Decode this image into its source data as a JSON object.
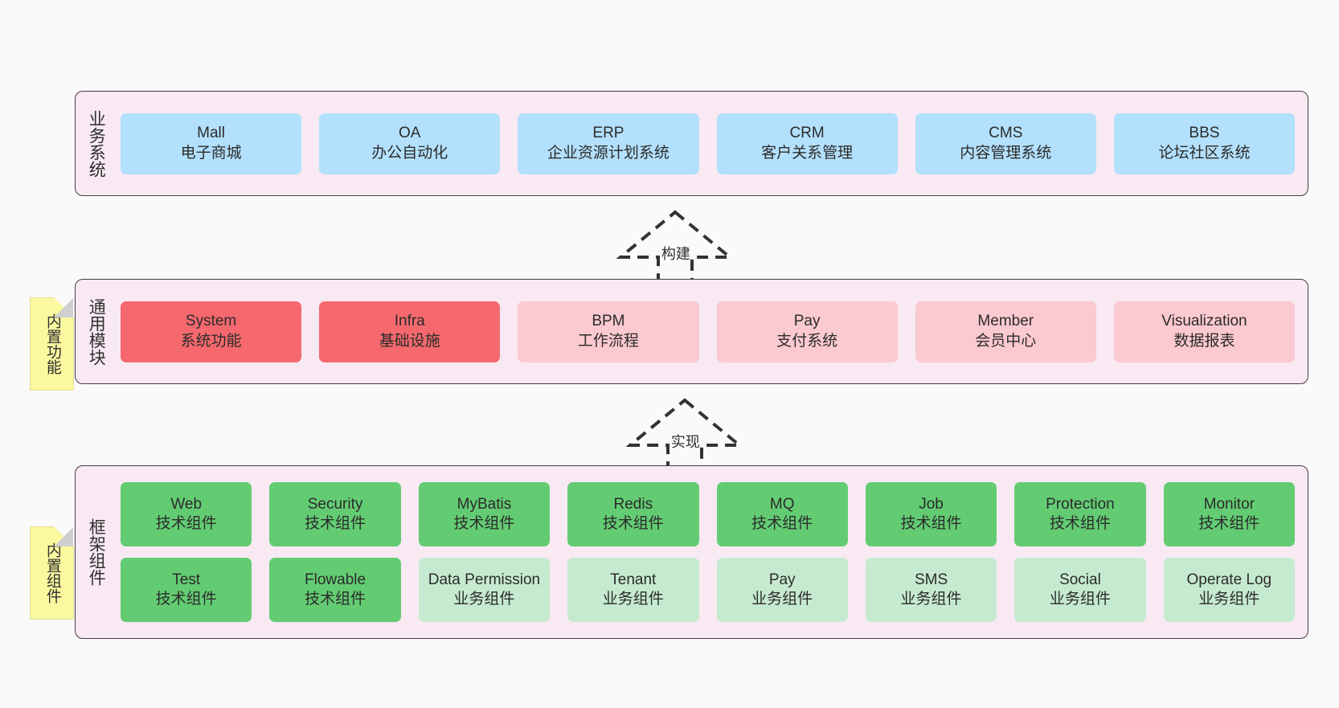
{
  "layers": [
    {
      "id": "business",
      "title": "业务系统",
      "accent": "#b3e0fc",
      "rows": [
        [
          {
            "en": "Mall",
            "cn": "电子商城",
            "color": "#b3e0fc"
          },
          {
            "en": "OA",
            "cn": "办公自动化",
            "color": "#b3e0fc"
          },
          {
            "en": "ERP",
            "cn": "企业资源计划系统",
            "color": "#b3e0fc"
          },
          {
            "en": "CRM",
            "cn": "客户关系管理",
            "color": "#b3e0fc"
          },
          {
            "en": "CMS",
            "cn": "内容管理系统",
            "color": "#b3e0fc"
          },
          {
            "en": "BBS",
            "cn": "论坛社区系统",
            "color": "#b3e0fc"
          }
        ]
      ]
    },
    {
      "id": "modules",
      "title": "通用模块",
      "accent": "#f5696e",
      "rows": [
        [
          {
            "en": "System",
            "cn": "系统功能",
            "color": "#f5696e"
          },
          {
            "en": "Infra",
            "cn": "基础设施",
            "color": "#f5696e"
          },
          {
            "en": "BPM",
            "cn": "工作流程",
            "color": "#fbc9d0"
          },
          {
            "en": "Pay",
            "cn": "支付系统",
            "color": "#fbc9d0"
          },
          {
            "en": "Member",
            "cn": "会员中心",
            "color": "#fbc9d0"
          },
          {
            "en": "Visualization",
            "cn": "数据报表",
            "color": "#fbc9d0"
          }
        ]
      ]
    },
    {
      "id": "framework",
      "title": "框架组件",
      "accent": "#63cc73",
      "rows": [
        [
          {
            "en": "Web",
            "cn": "技术组件",
            "color": "#63cc73"
          },
          {
            "en": "Security",
            "cn": "技术组件",
            "color": "#63cc73"
          },
          {
            "en": "MyBatis",
            "cn": "技术组件",
            "color": "#63cc73"
          },
          {
            "en": "Redis",
            "cn": "技术组件",
            "color": "#63cc73"
          },
          {
            "en": "MQ",
            "cn": "技术组件",
            "color": "#63cc73"
          },
          {
            "en": "Job",
            "cn": "技术组件",
            "color": "#63cc73"
          },
          {
            "en": "Protection",
            "cn": "技术组件",
            "color": "#63cc73"
          },
          {
            "en": "Monitor",
            "cn": "技术组件",
            "color": "#63cc73"
          }
        ],
        [
          {
            "en": "Test",
            "cn": "技术组件",
            "color": "#63cc73"
          },
          {
            "en": "Flowable",
            "cn": "技术组件",
            "color": "#63cc73"
          },
          {
            "en": "Data Permission",
            "cn": "业务组件",
            "color": "#c6ead0"
          },
          {
            "en": "Tenant",
            "cn": "业务组件",
            "color": "#c6ead0"
          },
          {
            "en": "Pay",
            "cn": "业务组件",
            "color": "#c6ead0"
          },
          {
            "en": "SMS",
            "cn": "业务组件",
            "color": "#c6ead0"
          },
          {
            "en": "Social",
            "cn": "业务组件",
            "color": "#c6ead0"
          },
          {
            "en": "Operate Log",
            "cn": "业务组件",
            "color": "#c6ead0"
          }
        ]
      ]
    }
  ],
  "notes": [
    {
      "id": "builtin-function",
      "text": "内置功能",
      "color": "#fbf8a0"
    },
    {
      "id": "builtin-component",
      "text": "内置组件",
      "color": "#fbf8a0"
    }
  ],
  "arrows": [
    {
      "id": "build",
      "label": "构建"
    },
    {
      "id": "implement",
      "label": "实现"
    }
  ],
  "canvas": {
    "background": "#fafafa",
    "container_fill": "#f8e9f3",
    "container_border": "#4a3a44"
  }
}
